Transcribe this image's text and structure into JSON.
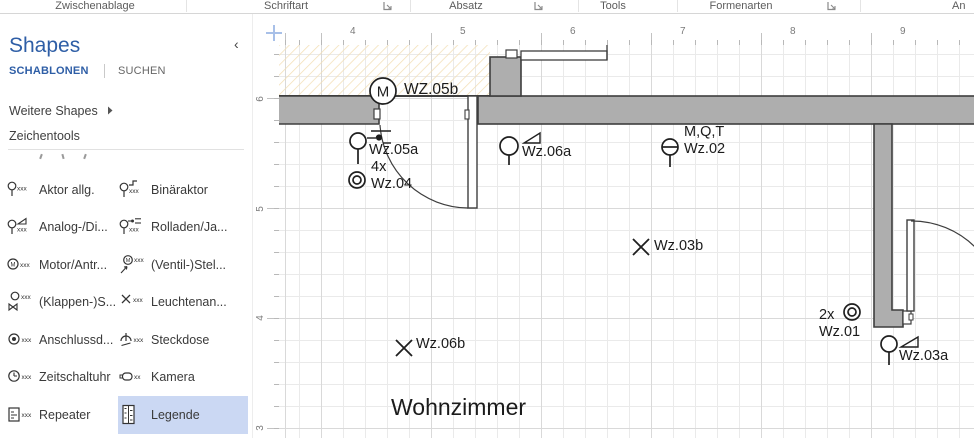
{
  "ribbon": {
    "groups": [
      "Zwischenablage",
      "Schriftart",
      "Absatz",
      "Tools",
      "Formenarten"
    ],
    "overflow_group": "An"
  },
  "panel": {
    "title": "Shapes",
    "collapse_icon": "‹",
    "tabs": {
      "stencils": "SCHABLONEN",
      "search": "SUCHEN"
    },
    "more_shapes": "Weitere Shapes",
    "drawing_tools": "Zeichentools",
    "items": [
      {
        "label": "Aktor allg."
      },
      {
        "label": "Binäraktor"
      },
      {
        "label": "Analog-/Di..."
      },
      {
        "label": "Rolladen/Ja..."
      },
      {
        "label": "Motor/Antr..."
      },
      {
        "label": "(Ventil-)Stel..."
      },
      {
        "label": "(Klappen-)S..."
      },
      {
        "label": "Leuchtenan..."
      },
      {
        "label": "Anschlussd..."
      },
      {
        "label": "Steckdose"
      },
      {
        "label": "Zeitschaltuhr"
      },
      {
        "label": "Kamera"
      },
      {
        "label": "Repeater"
      },
      {
        "label": "Legende"
      }
    ],
    "selected_item": "Legende"
  },
  "ruler": {
    "h": [
      "4",
      "5",
      "6",
      "7",
      "8",
      "9"
    ],
    "v": [
      "6",
      "5",
      "4",
      "3"
    ]
  },
  "plan": {
    "room": "Wohnzimmer",
    "annotations": [
      {
        "id": "wz05b",
        "text": "WZ.05b"
      },
      {
        "id": "wz05a",
        "text": "Wz.05a"
      },
      {
        "id": "wz04",
        "qty": "4x",
        "text": "Wz.04"
      },
      {
        "id": "wz06a",
        "text": "Wz.06a"
      },
      {
        "id": "wz02",
        "tags": "M,Q,T",
        "text": "Wz.02"
      },
      {
        "id": "wz03b",
        "text": "Wz.03b"
      },
      {
        "id": "wz06b",
        "text": "Wz.06b"
      },
      {
        "id": "wz01",
        "qty": "2x",
        "text": "Wz.01"
      },
      {
        "id": "wz03a",
        "text": "Wz.03a"
      }
    ]
  },
  "colors": {
    "accent": "#2E5EA6",
    "selection": "#CBD8F3",
    "wall": "#AEAEAE",
    "hatch": "#F3DFB6"
  }
}
